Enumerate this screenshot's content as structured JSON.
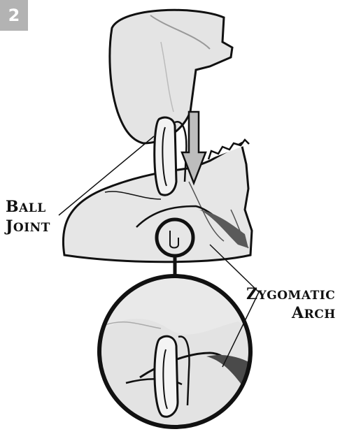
{
  "step_number": "2",
  "labels": {
    "ball": {
      "first": "B",
      "rest": "ALL"
    },
    "joint": {
      "first": "J",
      "rest": "OINT"
    },
    "zygomatic": {
      "first": "Z",
      "rest": "YGOMATIC"
    },
    "arch": {
      "first": "A",
      "rest": "RCH"
    }
  },
  "colors": {
    "bone": "#e6e6e6",
    "bone_shade": "#c8c8c8",
    "outline": "#111111",
    "badge": "#b3b3b3",
    "dark_socket": "#5a5a5a"
  }
}
